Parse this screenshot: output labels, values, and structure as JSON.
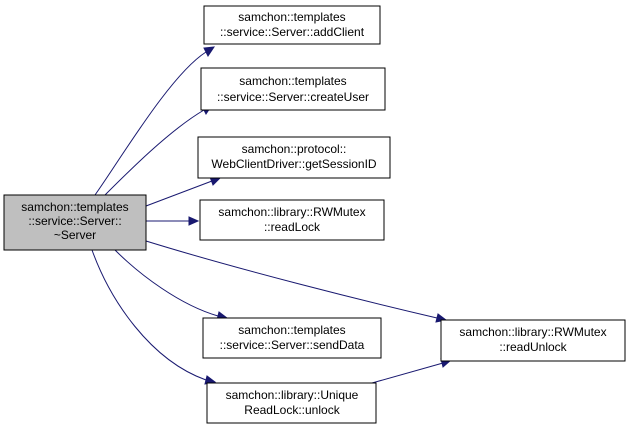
{
  "colors": {
    "edge": "#191970",
    "focus_fill": "#bfbfbf",
    "node_fill": "#ffffff",
    "node_border": "#000000"
  },
  "nodes": {
    "server_destructor": {
      "lines": [
        "samchon::templates",
        "::service::Server::",
        "~Server"
      ]
    },
    "add_client": {
      "lines": [
        "samchon::templates",
        "::service::Server::addClient"
      ]
    },
    "create_user": {
      "lines": [
        "samchon::templates",
        "::service::Server::createUser"
      ]
    },
    "get_session_id": {
      "lines": [
        "samchon::protocol::",
        "WebClientDriver::getSessionID"
      ]
    },
    "read_lock": {
      "lines": [
        "samchon::library::RWMutex",
        "::readLock"
      ]
    },
    "send_data": {
      "lines": [
        "samchon::templates",
        "::service::Server::sendData"
      ]
    },
    "read_unlock": {
      "lines": [
        "samchon::library::RWMutex",
        "::readUnlock"
      ]
    },
    "unique_read_lock_unlock": {
      "lines": [
        "samchon::library::Unique",
        "ReadLock::unlock"
      ]
    }
  }
}
